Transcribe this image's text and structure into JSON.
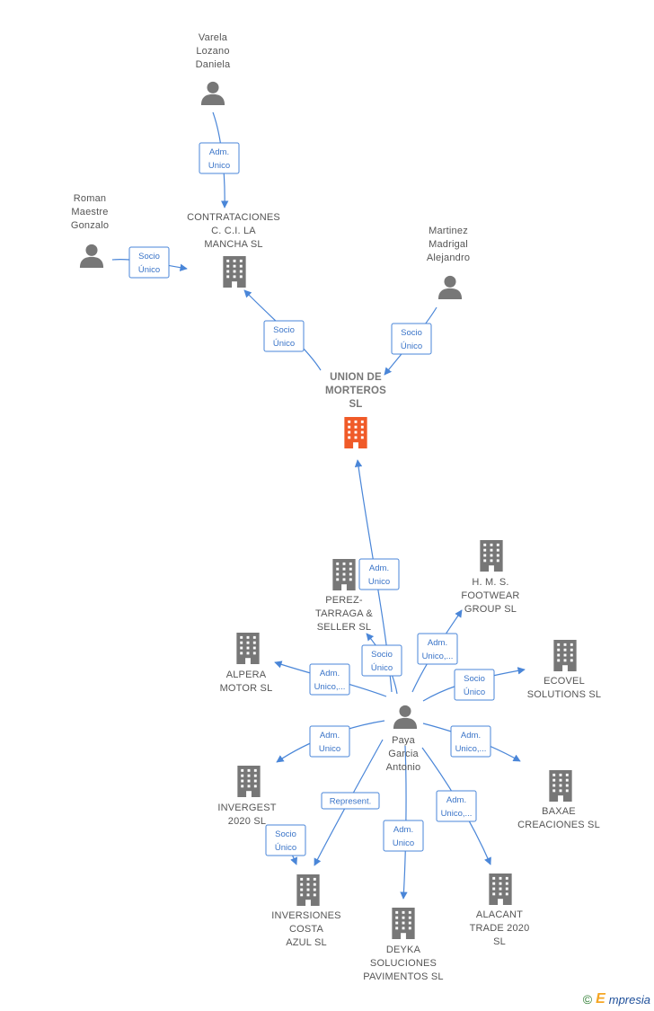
{
  "colors": {
    "edge": "#4a86d8",
    "edge_text": "#3a74c8",
    "node_gray": "#777777",
    "main_company": "#f05a28"
  },
  "nodes": [
    {
      "id": "varela",
      "kind": "person",
      "label": [
        "Varela",
        "Lozano",
        "Daniela"
      ]
    },
    {
      "id": "contrataciones",
      "kind": "company",
      "label": [
        "CONTRATACIONES",
        "C. C.I. LA",
        "MANCHA  SL"
      ]
    },
    {
      "id": "roman",
      "kind": "person",
      "label": [
        "Roman",
        "Maestre",
        "Gonzalo"
      ]
    },
    {
      "id": "martinez",
      "kind": "person",
      "label": [
        "Martinez",
        "Madrigal",
        "Alejandro"
      ]
    },
    {
      "id": "union",
      "kind": "main",
      "label": [
        "UNION DE",
        "MORTEROS",
        "SL"
      ]
    },
    {
      "id": "perez",
      "kind": "company",
      "label": [
        "PEREZ-",
        "TARRAGA &",
        "SELLER  SL"
      ]
    },
    {
      "id": "hms",
      "kind": "company",
      "label": [
        "H.  M.  S.",
        "FOOTWEAR",
        "GROUP  SL"
      ]
    },
    {
      "id": "alpera",
      "kind": "company",
      "label": [
        "ALPERA",
        "MOTOR  SL"
      ]
    },
    {
      "id": "ecovel",
      "kind": "company",
      "label": [
        "ECOVEL",
        "SOLUTIONS  SL"
      ]
    },
    {
      "id": "paya",
      "kind": "person",
      "label": [
        "Paya",
        "Garcia",
        "Antonio"
      ]
    },
    {
      "id": "invergest",
      "kind": "company",
      "label": [
        "INVERGEST",
        "2020  SL"
      ]
    },
    {
      "id": "baxae",
      "kind": "company",
      "label": [
        "BAXAE",
        "CREACIONES SL"
      ]
    },
    {
      "id": "inversiones",
      "kind": "company",
      "label": [
        "INVERSIONES",
        "COSTA",
        "AZUL SL"
      ]
    },
    {
      "id": "deyka",
      "kind": "company",
      "label": [
        "DEYKA",
        "SOLUCIONES",
        "PAVIMENTOS SL"
      ]
    },
    {
      "id": "alacant",
      "kind": "company",
      "label": [
        "ALACANT",
        "TRADE 2020",
        "SL"
      ]
    }
  ],
  "edges": [
    {
      "id": "e1",
      "label": [
        "Adm.",
        "Unico"
      ]
    },
    {
      "id": "e2",
      "label": [
        "Socio",
        "Único"
      ]
    },
    {
      "id": "e3",
      "label": [
        "Socio",
        "Único"
      ]
    },
    {
      "id": "e4",
      "label": [
        "Socio",
        "Único"
      ]
    },
    {
      "id": "e5",
      "label": [
        "Adm.",
        "Unico"
      ]
    },
    {
      "id": "e6",
      "label": [
        "Socio",
        "Único"
      ]
    },
    {
      "id": "e7",
      "label": [
        "Adm.",
        "Unico,..."
      ]
    },
    {
      "id": "e8",
      "label": [
        "Adm.",
        "Unico,..."
      ]
    },
    {
      "id": "e9",
      "label": [
        "Socio",
        "Único"
      ]
    },
    {
      "id": "e10",
      "label": [
        "Adm.",
        "Unico"
      ]
    },
    {
      "id": "e11",
      "label": [
        "Adm.",
        "Unico,..."
      ]
    },
    {
      "id": "e12",
      "label": [
        "Socio",
        "Único"
      ]
    },
    {
      "id": "e13",
      "label": [
        "Represent."
      ]
    },
    {
      "id": "e14",
      "label": [
        "Adm.",
        "Unico"
      ]
    },
    {
      "id": "e15",
      "label": [
        "Adm.",
        "Unico,..."
      ]
    }
  ],
  "footer": {
    "copyright": "©",
    "brand_initial": "E",
    "brand_rest": "mpresia"
  }
}
